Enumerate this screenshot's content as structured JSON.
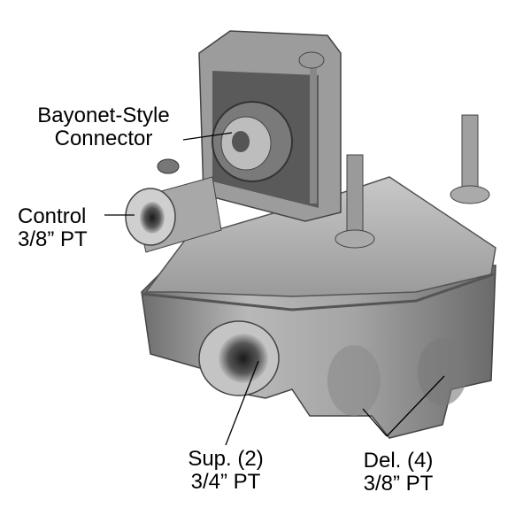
{
  "labels": {
    "bayonet": {
      "line1": "Bayonet-Style",
      "line2": "Connector"
    },
    "control": {
      "line1": "Control",
      "line2": "3/8” PT"
    },
    "supply": {
      "line1": "Sup. (2)",
      "line2": "3/4” PT"
    },
    "delivery": {
      "line1": "Del. (4)",
      "line2": "3/8” PT"
    }
  }
}
